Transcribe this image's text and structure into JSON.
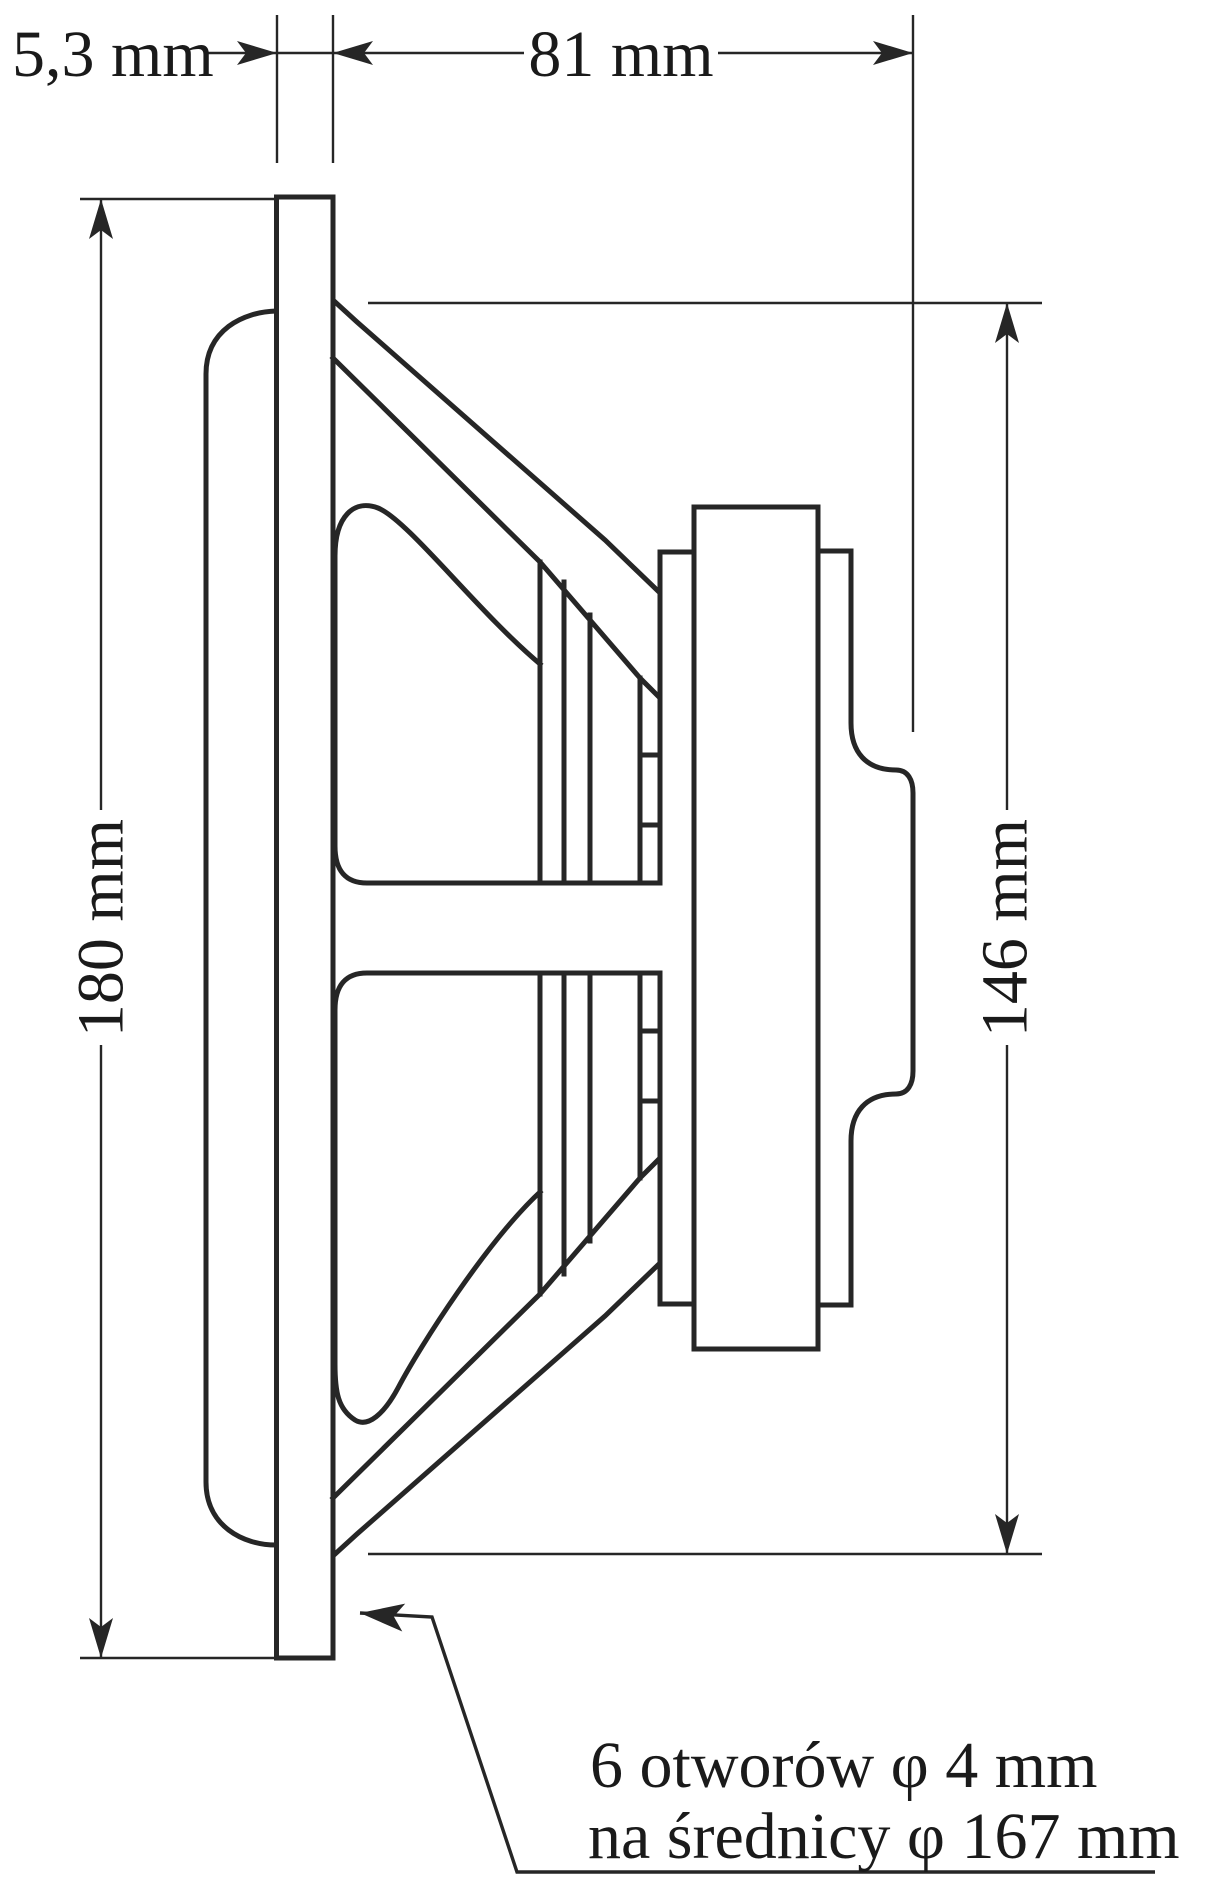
{
  "drawing": {
    "type": "loudspeaker-side-cross-section",
    "colors": {
      "line": "#262626",
      "background": "#ffffff"
    },
    "labels": {
      "flange_thickness": "5,3 mm",
      "mounting_depth": "81 mm",
      "overall_diameter": "180 mm",
      "rear_diameter": "146 mm",
      "holes_note_line1": "6 otworów φ 4 mm",
      "holes_note_line2": "na średnicy φ 167 mm"
    },
    "dimensions_mm": {
      "flange_thickness": 5.3,
      "mounting_depth": 81,
      "overall_diameter": 180,
      "rear_diameter": 146,
      "mounting_holes": {
        "count": 6,
        "hole_diameter": 4,
        "bolt_circle_diameter": 167
      }
    }
  }
}
